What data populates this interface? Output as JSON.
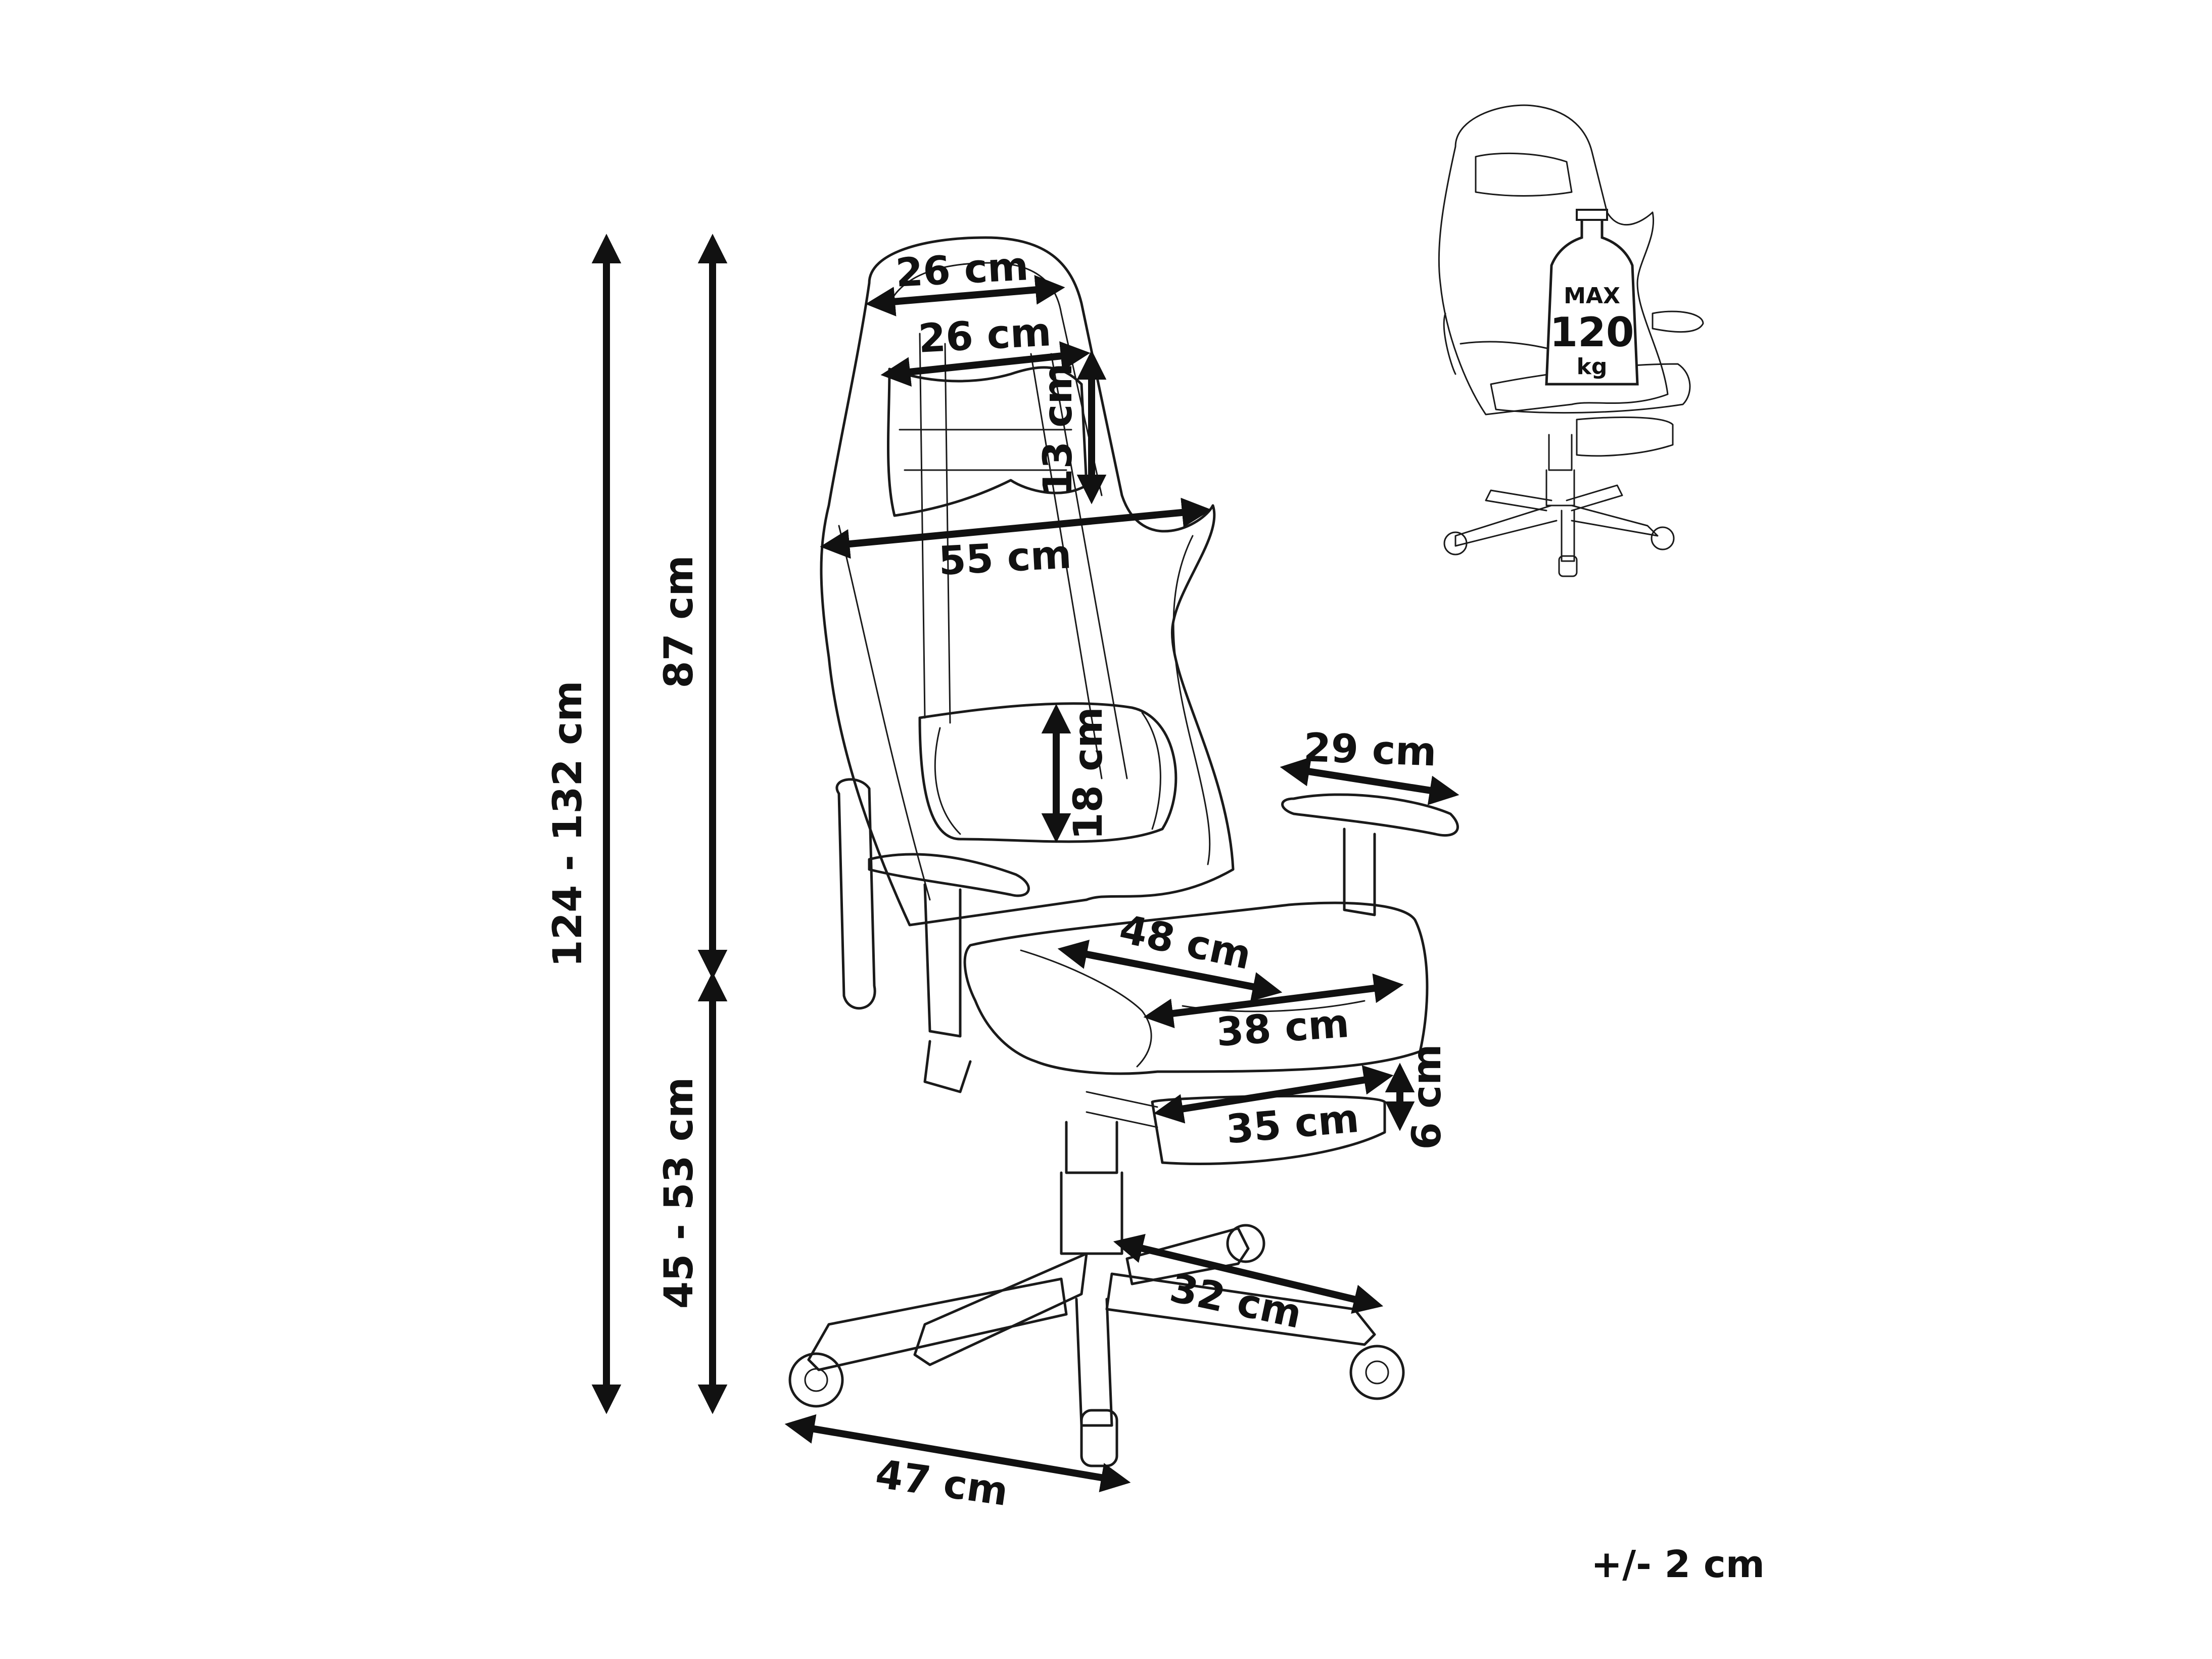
{
  "dimensions": {
    "total_height": "124 - 132 cm",
    "backrest_height": "87 cm",
    "seat_height": "45 - 53 cm",
    "headrest_top_width": "26 cm",
    "headpillow_width": "26 cm",
    "headpillow_height": "13 cm",
    "shoulder_width": "55 cm",
    "lumbar_height": "18 cm",
    "armrest_length": "29 cm",
    "seat_depth": "48 cm",
    "seat_width": "38 cm",
    "footrest_width": "35 cm",
    "footrest_height": "6 cm",
    "base_radius": "32 cm",
    "base_width": "47 cm"
  },
  "capacity": {
    "max_label": "MAX",
    "value": "120",
    "unit": "kg"
  },
  "tolerance": "+/- 2 cm"
}
